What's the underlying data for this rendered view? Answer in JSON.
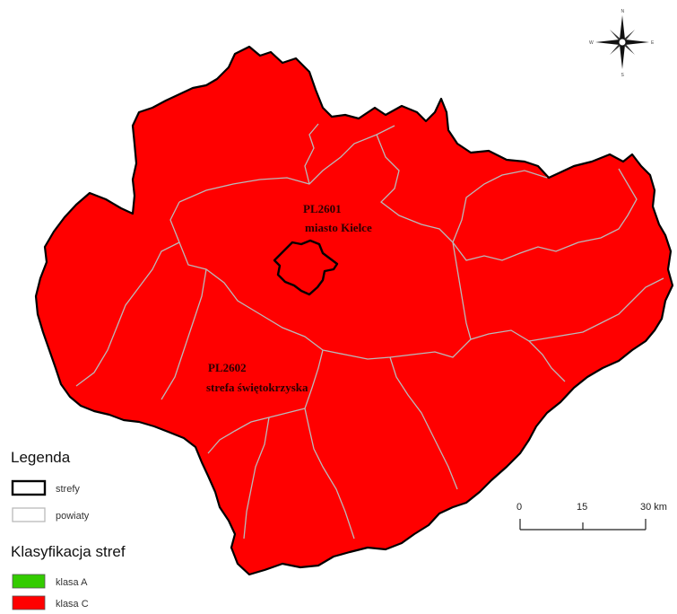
{
  "colors": {
    "klasa_a": "#33cc00",
    "klasa_c": "#ff0000",
    "strefy_outline": "#000000",
    "powiaty_outline": "#b9b9b9"
  },
  "zones": [
    {
      "code": "PL2601",
      "name": "miasto Kielce"
    },
    {
      "code": "PL2602",
      "name": "strefa świętokrzyska"
    }
  ],
  "legend": {
    "title": "Legenda",
    "items": [
      {
        "label": "strefy"
      },
      {
        "label": "powiaty"
      }
    ]
  },
  "classification": {
    "title": "Klasyfikacja stref",
    "items": [
      {
        "label": "klasa A"
      },
      {
        "label": "klasa C"
      }
    ]
  },
  "scale_bar": {
    "ticks": [
      "0",
      "15",
      "30 km"
    ]
  },
  "compass": {
    "icon": "north-arrow-icon",
    "letters": [
      "N",
      "E",
      "S",
      "W"
    ]
  }
}
